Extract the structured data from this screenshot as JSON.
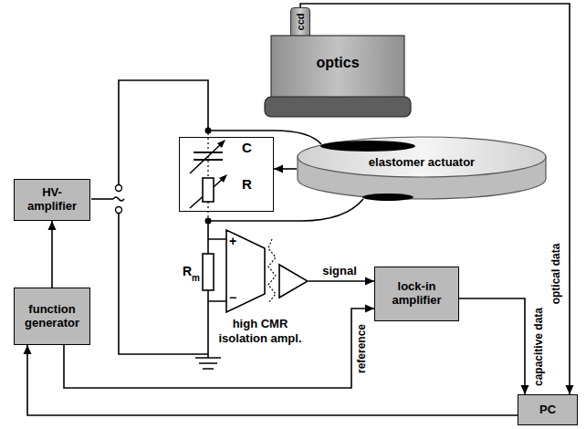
{
  "diagram": {
    "nodes": [
      {
        "text": [
          "ccd"
        ]
      },
      {
        "text": [
          "optics"
        ]
      },
      {
        "text": [
          "C",
          "R"
        ]
      },
      {
        "text": [
          "elastomer actuator"
        ]
      },
      {
        "text": [
          "HV- amplifier"
        ]
      },
      {
        "text": [
          "high CMR isolation ampl."
        ]
      },
      {
        "text": [
          "lock-in amplifier"
        ]
      },
      {
        "text": [
          "function generator"
        ]
      },
      {
        "text": [
          "PC"
        ]
      }
    ],
    "edges": [
      {
        "from": 3,
        "to": 2,
        "arrow": "to"
      },
      {
        "from": 7,
        "to": 4,
        "arrow": "to"
      },
      {
        "from": 5,
        "to": 6,
        "label": "signal",
        "arrow": "to"
      },
      {
        "from": 7,
        "to": 6,
        "label": "reference",
        "arrow": "to"
      },
      {
        "from": 6,
        "to": 8,
        "label": "capacitive data",
        "arrow": "to"
      },
      {
        "from": 0,
        "to": 8,
        "label": "optical data",
        "arrow": "to"
      },
      {
        "from": 8,
        "to": 7,
        "arrow": "to"
      }
    ],
    "labels": [
      "R",
      "m",
      "+",
      "−"
    ]
  }
}
